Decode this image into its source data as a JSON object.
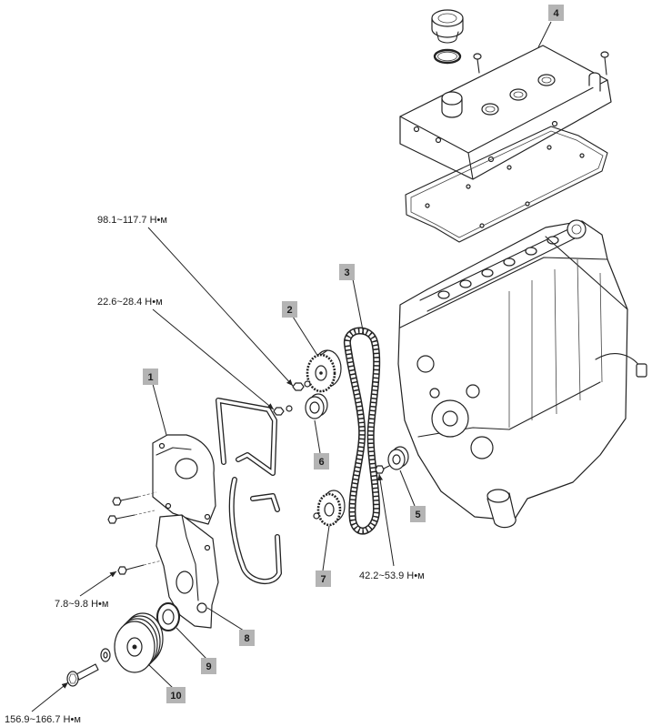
{
  "callouts": [
    "1",
    "2",
    "3",
    "4",
    "5",
    "6",
    "7",
    "8",
    "9",
    "10"
  ],
  "torque_labels": [
    "98.1~117.7 Н•м",
    "22.6~28.4 Н•м",
    "42.2~53.9 Н•м",
    "7.8~9.8 Н•м",
    "156.9~166.7 Н•м"
  ],
  "colors": {
    "background": "#ffffff",
    "line_art": "#222222",
    "callout_badge": "#b4b4b4"
  }
}
